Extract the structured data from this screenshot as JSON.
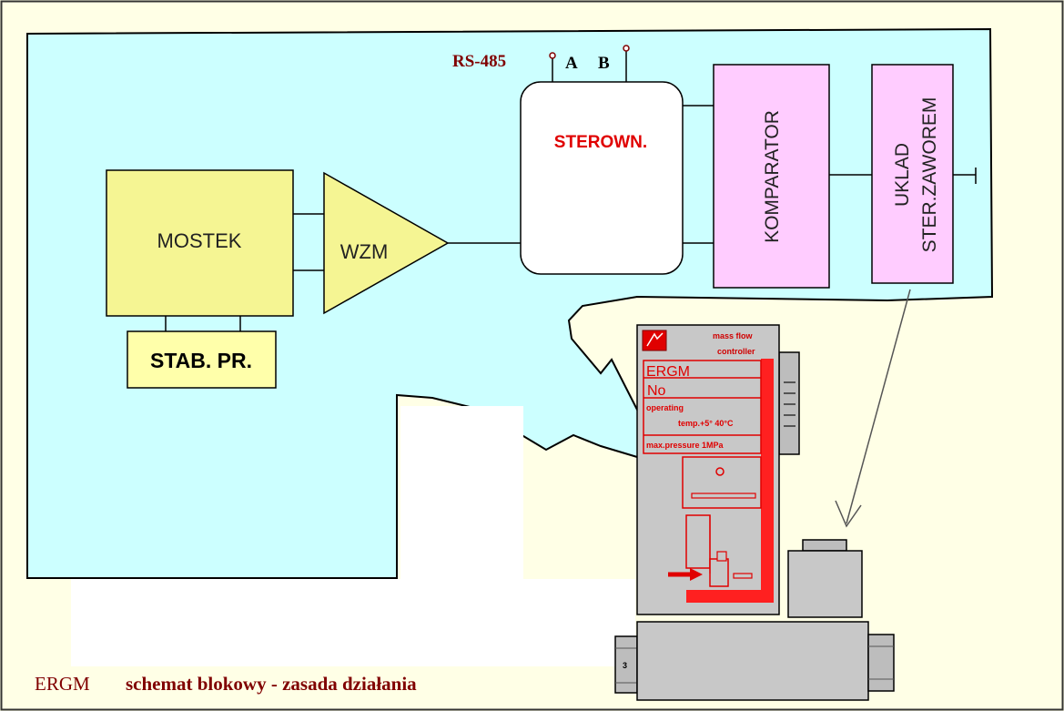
{
  "diagram": {
    "blocks": {
      "bridge": "MOSTEK",
      "stabilizer": "STAB. PR.",
      "amplifier": "WZM",
      "controller": "STEROWN.",
      "comparator": "KOMPARATOR",
      "valve_driver_line1": "UKLAD",
      "valve_driver_line2": "STER.ZAWOREM"
    },
    "bus": {
      "label": "RS-485",
      "terminal_a": "A",
      "terminal_b": "B"
    },
    "device": {
      "header_line1": "mass flow",
      "header_line2": "controller",
      "model": "ERGM",
      "number_label": "No",
      "temp_line1": "operating",
      "temp_line2": "temp.+5° 40°C",
      "pressure": "max.pressure   1MPa",
      "fitting_label": "3"
    },
    "caption": {
      "brand": "ERGM",
      "text": "schemat blokowy - zasada działania"
    }
  },
  "colors": {
    "page_bg": "#ffffe6",
    "panel": "#ccffff",
    "yellow_block": "#f5f593",
    "pink_block": "#ffccff",
    "stab_block": "#ffffaa",
    "red_text": "#cc0000",
    "caption_text": "#800000",
    "device_grey": "#c8c8c8",
    "device_red": "#ff2020"
  }
}
